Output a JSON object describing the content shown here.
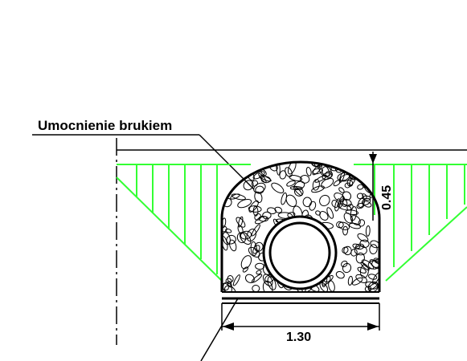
{
  "drawing": {
    "label": "Umocnienie brukiem",
    "dim_depth": "0.45",
    "dim_width": "1.30"
  },
  "colors": {
    "line": "#000000",
    "soil_hatch": "#33ff33",
    "background": "#ffffff"
  }
}
